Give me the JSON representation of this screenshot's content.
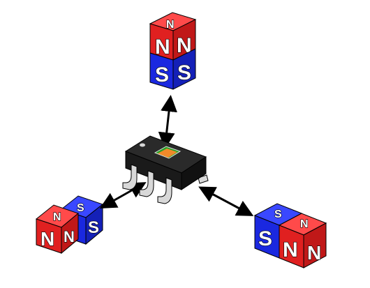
{
  "diagram": {
    "magnets": [
      {
        "id": "top",
        "north_label": "N",
        "south_label": "S"
      },
      {
        "id": "left",
        "north_label": "N",
        "south_label": "S"
      },
      {
        "id": "right",
        "north_label": "N",
        "south_label": "S"
      }
    ],
    "colors": {
      "north": "#e02020",
      "south": "#1a28e0",
      "chip_body": "#1a1a1a",
      "chip_pad": "#f08a2a",
      "chip_pad_accent": "#28a028",
      "leads": "#d8d8d8",
      "arrow": "#000000"
    },
    "arrows": [
      {
        "from": "chip",
        "to": "top"
      },
      {
        "from": "chip",
        "to": "left"
      },
      {
        "from": "chip",
        "to": "right"
      }
    ],
    "chip": {
      "description_visible": false
    }
  }
}
